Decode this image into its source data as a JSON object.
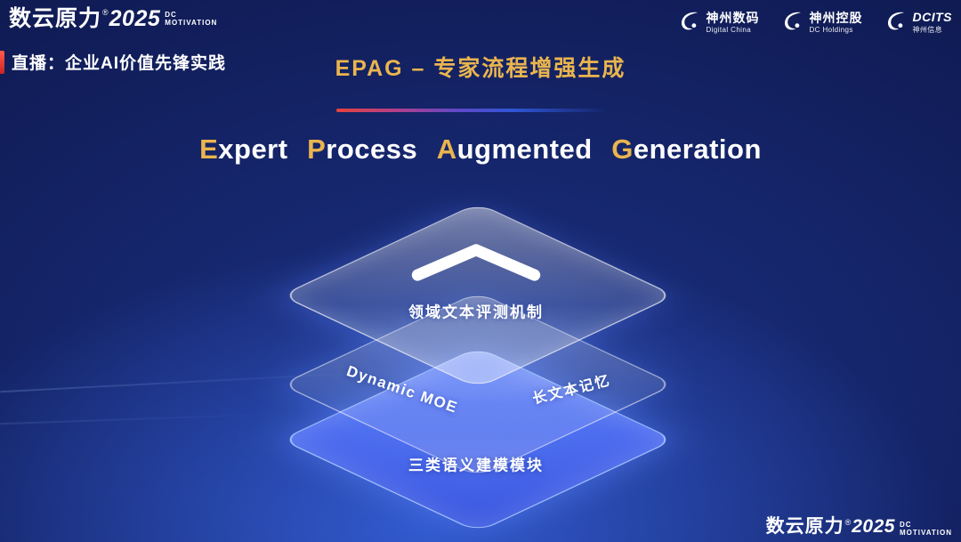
{
  "colors": {
    "gold": "#eab54e",
    "accent_red": "#e5433c",
    "bottom_layer_blue": "#4e6ef0",
    "background_navy": "#101c56"
  },
  "header": {
    "brand": {
      "name": "数云原力",
      "reg": "®",
      "year": "2025",
      "tag_line1": "DC",
      "tag_line2": "MOTIVATION"
    },
    "live_label": "直播：企业AI价值先锋实践",
    "partner_logos": [
      {
        "icon": "swoosh-icon",
        "name": "神州数码",
        "subtitle": "Digital China"
      },
      {
        "icon": "swoosh-icon",
        "name": "神州控股",
        "subtitle": "DC Holdings"
      },
      {
        "icon": "swoosh-icon",
        "name": "DCITS",
        "subtitle": "神州信息"
      }
    ]
  },
  "slide": {
    "title": "EPAG – 专家流程增强生成",
    "subtitle_words": [
      {
        "initial": "E",
        "rest": "xpert"
      },
      {
        "initial": "P",
        "rest": "rocess"
      },
      {
        "initial": "A",
        "rest": "ugmented"
      },
      {
        "initial": "G",
        "rest": "eneration"
      }
    ]
  },
  "diagram": {
    "top_layer_label": "领域文本评测机制",
    "middle_layer_label_left": "Dynamic MOE",
    "middle_layer_label_right": "长文本记忆",
    "bottom_layer_label": "三类语义建模模块"
  },
  "footer": {
    "brand": {
      "name": "数云原力",
      "reg": "®",
      "year": "2025",
      "tag_line1": "DC",
      "tag_line2": "MOTIVATION"
    }
  }
}
